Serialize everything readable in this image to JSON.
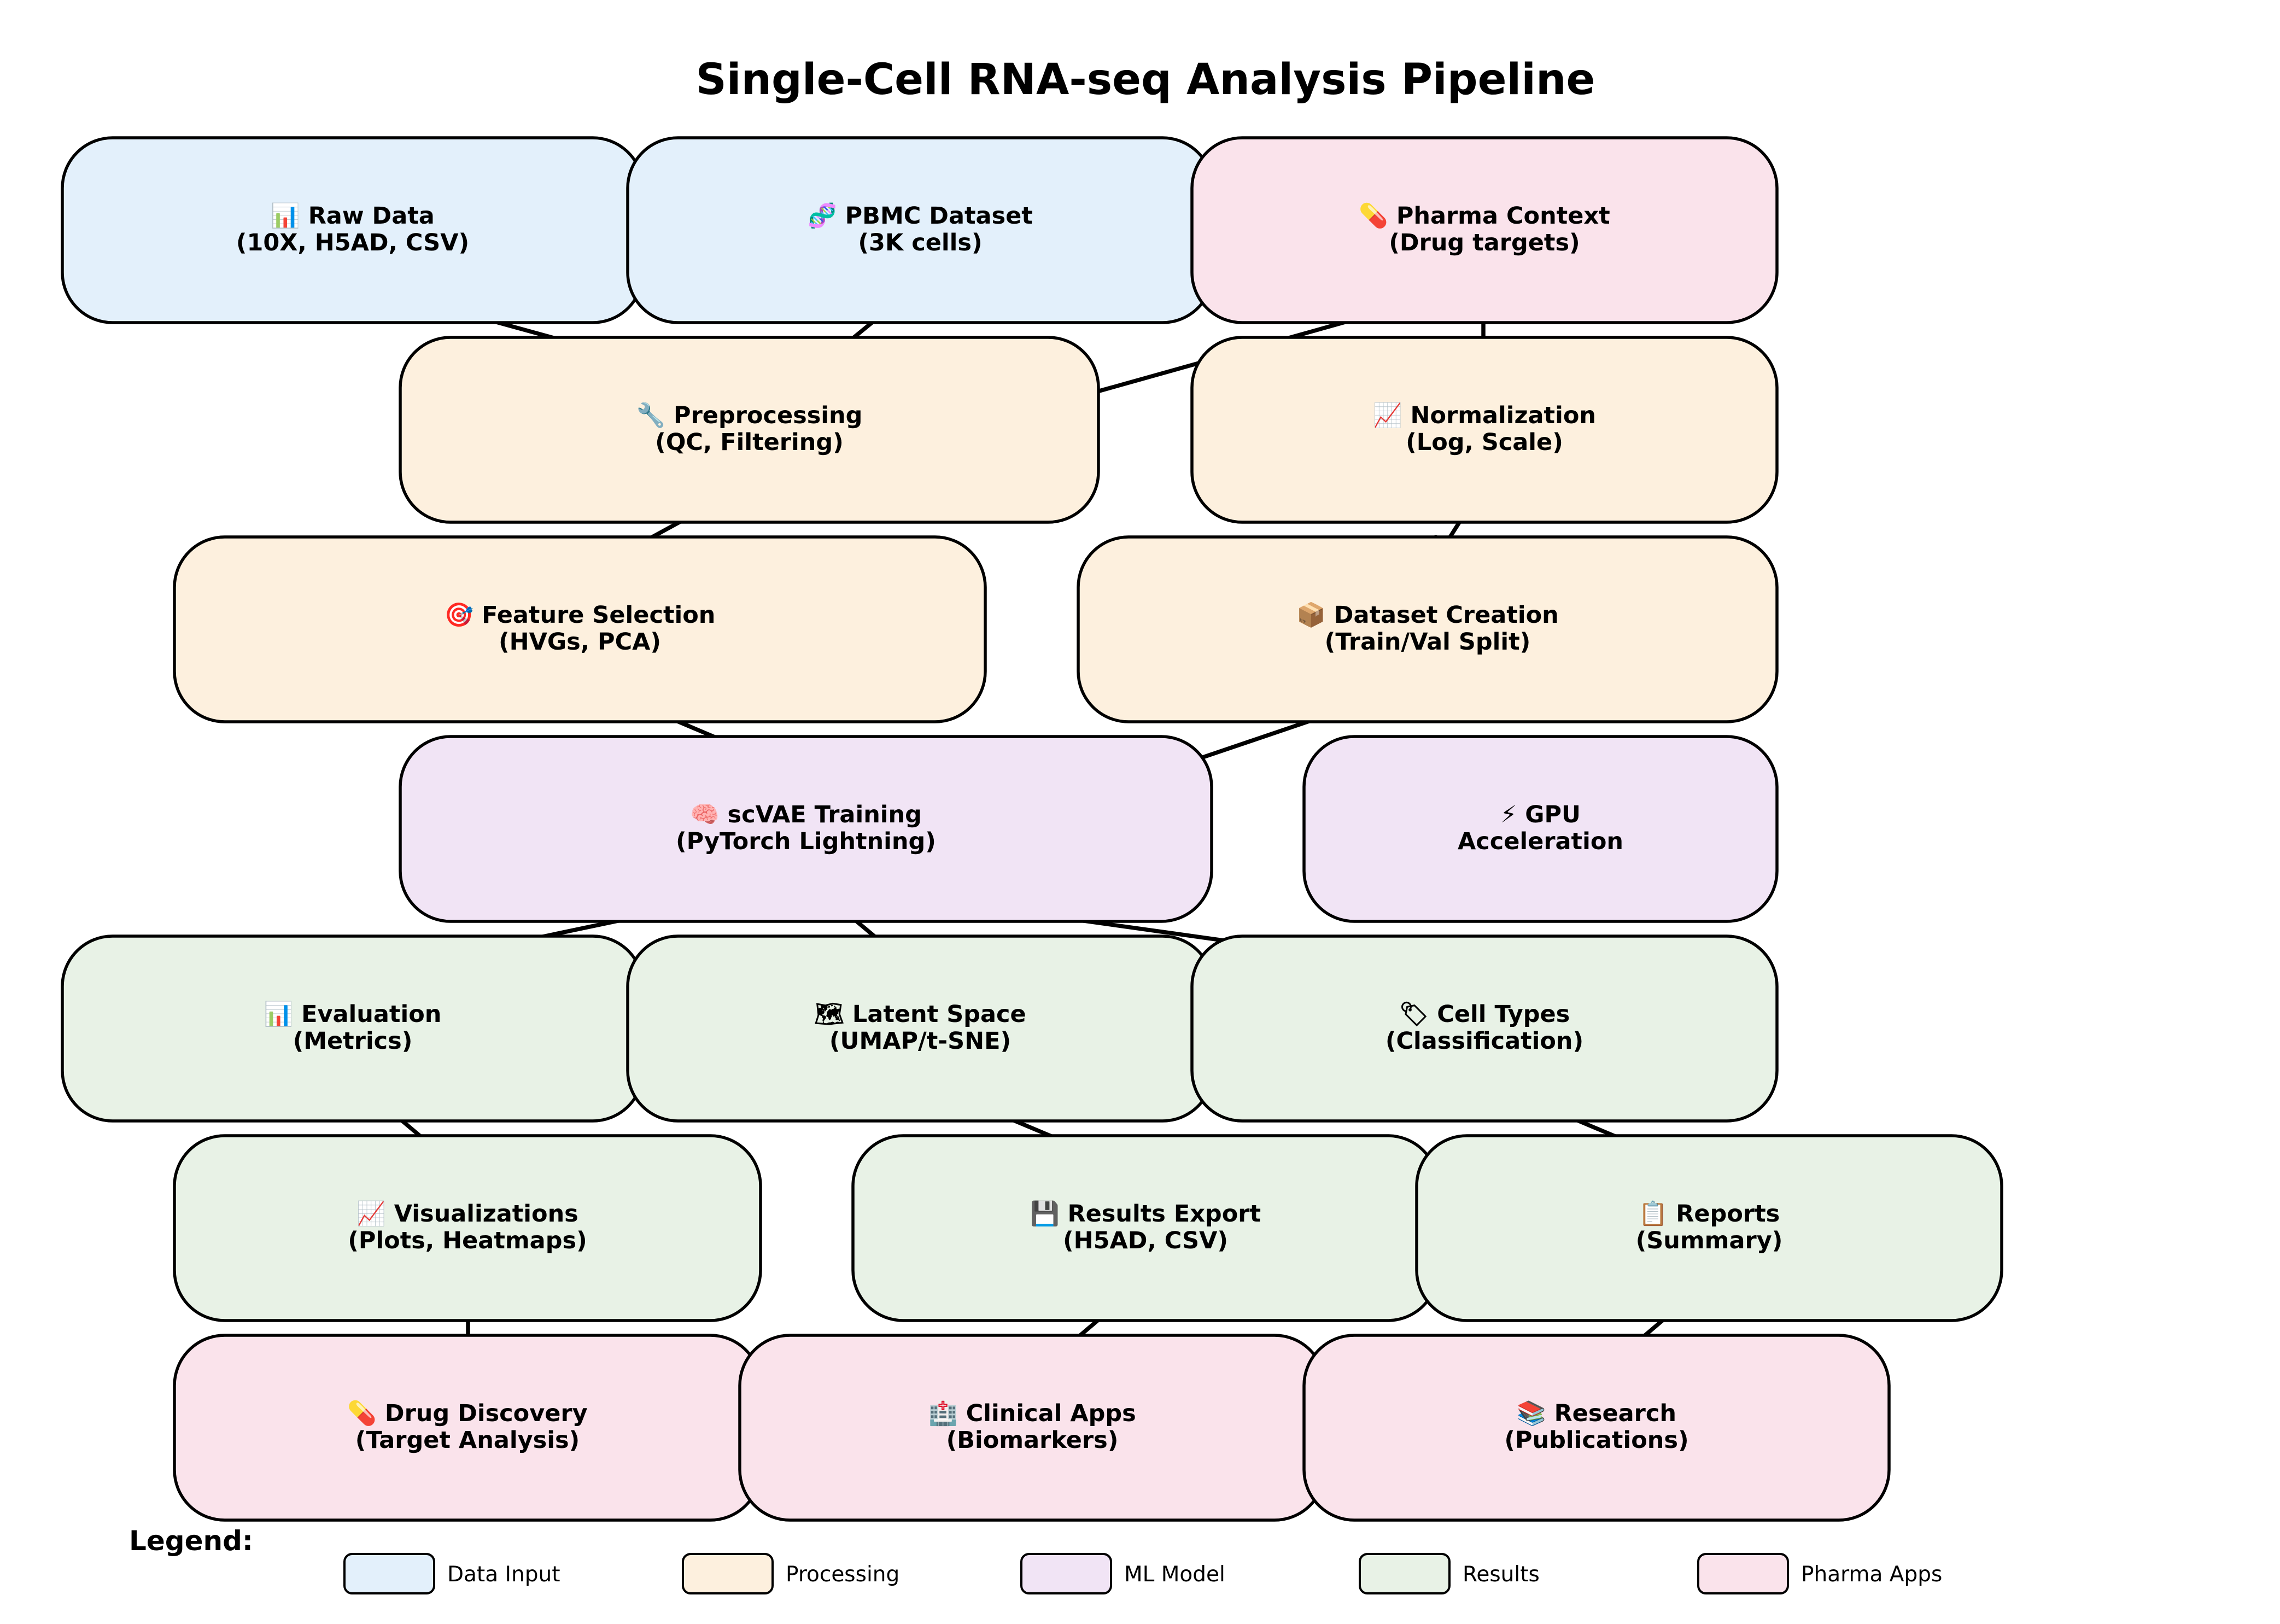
{
  "title": "Single-Cell RNA-seq Analysis Pipeline",
  "colors": {
    "data_input": "#e3f0fb",
    "processing": "#fdf0de",
    "ml_model": "#f1e4f5",
    "results": "#e8f2e6",
    "pharma_apps": "#fae3eb"
  },
  "nodes": [
    {
      "id": "raw",
      "category": "data_input",
      "line1": "📊 Raw Data",
      "line2": "(10X, H5AD, CSV)"
    },
    {
      "id": "pbmc",
      "category": "data_input",
      "line1": "🧬 PBMC Dataset",
      "line2": "(3K cells)"
    },
    {
      "id": "pharma",
      "category": "pharma_apps",
      "line1": "💊 Pharma Context",
      "line2": "(Drug targets)"
    },
    {
      "id": "prep",
      "category": "processing",
      "line1": "🔧 Preprocessing",
      "line2": "(QC, Filtering)"
    },
    {
      "id": "norm",
      "category": "processing",
      "line1": "📈 Normalization",
      "line2": "(Log, Scale)"
    },
    {
      "id": "feat",
      "category": "processing",
      "line1": "🎯 Feature Selection",
      "line2": "(HVGs, PCA)"
    },
    {
      "id": "dset",
      "category": "processing",
      "line1": "📦 Dataset Creation",
      "line2": "(Train/Val Split)"
    },
    {
      "id": "scvae",
      "category": "ml_model",
      "line1": "🧠 scVAE Training",
      "line2": "(PyTorch Lightning)"
    },
    {
      "id": "gpu",
      "category": "ml_model",
      "line1": "⚡ GPU",
      "line2": "Acceleration"
    },
    {
      "id": "eval",
      "category": "results",
      "line1": "📊 Evaluation",
      "line2": "(Metrics)"
    },
    {
      "id": "latent",
      "category": "results",
      "line1": "🗺 Latent Space",
      "line2": "(UMAP/t-SNE)"
    },
    {
      "id": "cells",
      "category": "results",
      "line1": "🏷 Cell Types",
      "line2": "(Classification)"
    },
    {
      "id": "viz",
      "category": "results",
      "line1": "📈 Visualizations",
      "line2": "(Plots, Heatmaps)"
    },
    {
      "id": "export",
      "category": "results",
      "line1": "💾 Results Export",
      "line2": "(H5AD, CSV)"
    },
    {
      "id": "reports",
      "category": "results",
      "line1": "📋 Reports",
      "line2": "(Summary)"
    },
    {
      "id": "drug",
      "category": "pharma_apps",
      "line1": "💊 Drug Discovery",
      "line2": "(Target Analysis)"
    },
    {
      "id": "clinical",
      "category": "pharma_apps",
      "line1": "🏥 Clinical Apps",
      "line2": "(Biomarkers)"
    },
    {
      "id": "research",
      "category": "pharma_apps",
      "line1": "📚 Research",
      "line2": "(Publications)"
    }
  ],
  "edges": [
    [
      "raw",
      "prep"
    ],
    [
      "pbmc",
      "prep"
    ],
    [
      "pharma",
      "prep"
    ],
    [
      "pharma",
      "norm"
    ],
    [
      "prep",
      "feat"
    ],
    [
      "norm",
      "dset"
    ],
    [
      "feat",
      "scvae"
    ],
    [
      "dset",
      "scvae"
    ],
    [
      "scvae",
      "eval"
    ],
    [
      "scvae",
      "latent"
    ],
    [
      "scvae",
      "cells"
    ],
    [
      "eval",
      "viz"
    ],
    [
      "latent",
      "export"
    ],
    [
      "cells",
      "reports"
    ],
    [
      "viz",
      "drug"
    ],
    [
      "export",
      "clinical"
    ],
    [
      "reports",
      "research"
    ]
  ],
  "legend": {
    "title": "Legend:",
    "items": [
      {
        "category": "data_input",
        "label": "Data Input"
      },
      {
        "category": "processing",
        "label": "Processing"
      },
      {
        "category": "ml_model",
        "label": "ML Model"
      },
      {
        "category": "results",
        "label": "Results"
      },
      {
        "category": "pharma_apps",
        "label": "Pharma Apps"
      }
    ]
  }
}
